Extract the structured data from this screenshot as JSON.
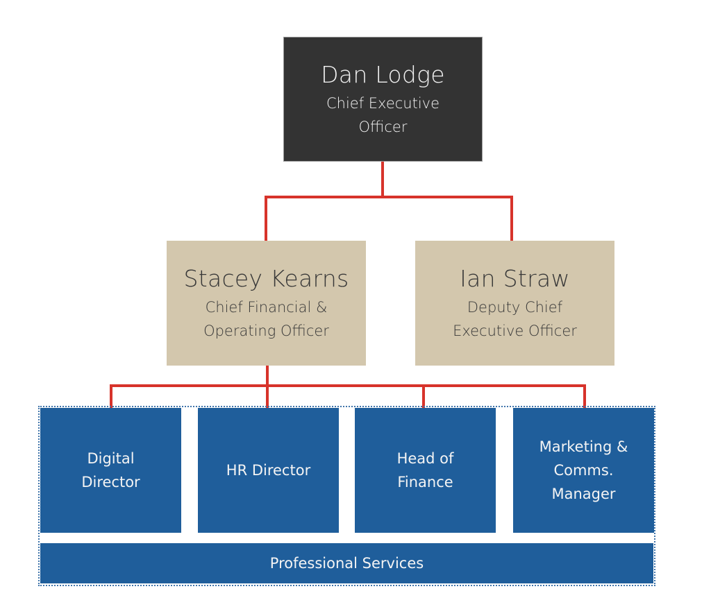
{
  "connector_color": "#D7332B",
  "colors": {
    "ceo_fill": "#333333",
    "exec_fill": "#D3C7AD",
    "dept_fill": "#1F5E9B"
  },
  "ceo": {
    "name": "Dan Lodge",
    "title_lines": [
      "Chief Executive",
      "Officer"
    ]
  },
  "executives": [
    {
      "name": "Stacey Kearns",
      "title_lines": [
        "Chief Financial &",
        "Operating Officer"
      ]
    },
    {
      "name": "Ian Straw",
      "title_lines": [
        "Deputy Chief",
        "Executive Officer"
      ]
    }
  ],
  "departments": [
    {
      "lines": [
        "Digital",
        "Director"
      ]
    },
    {
      "lines": [
        "HR Director"
      ]
    },
    {
      "lines": [
        "Head of",
        "Finance"
      ]
    },
    {
      "lines": [
        "Marketing &",
        "Comms.",
        "Manager"
      ]
    }
  ],
  "group_label": "Professional Services"
}
